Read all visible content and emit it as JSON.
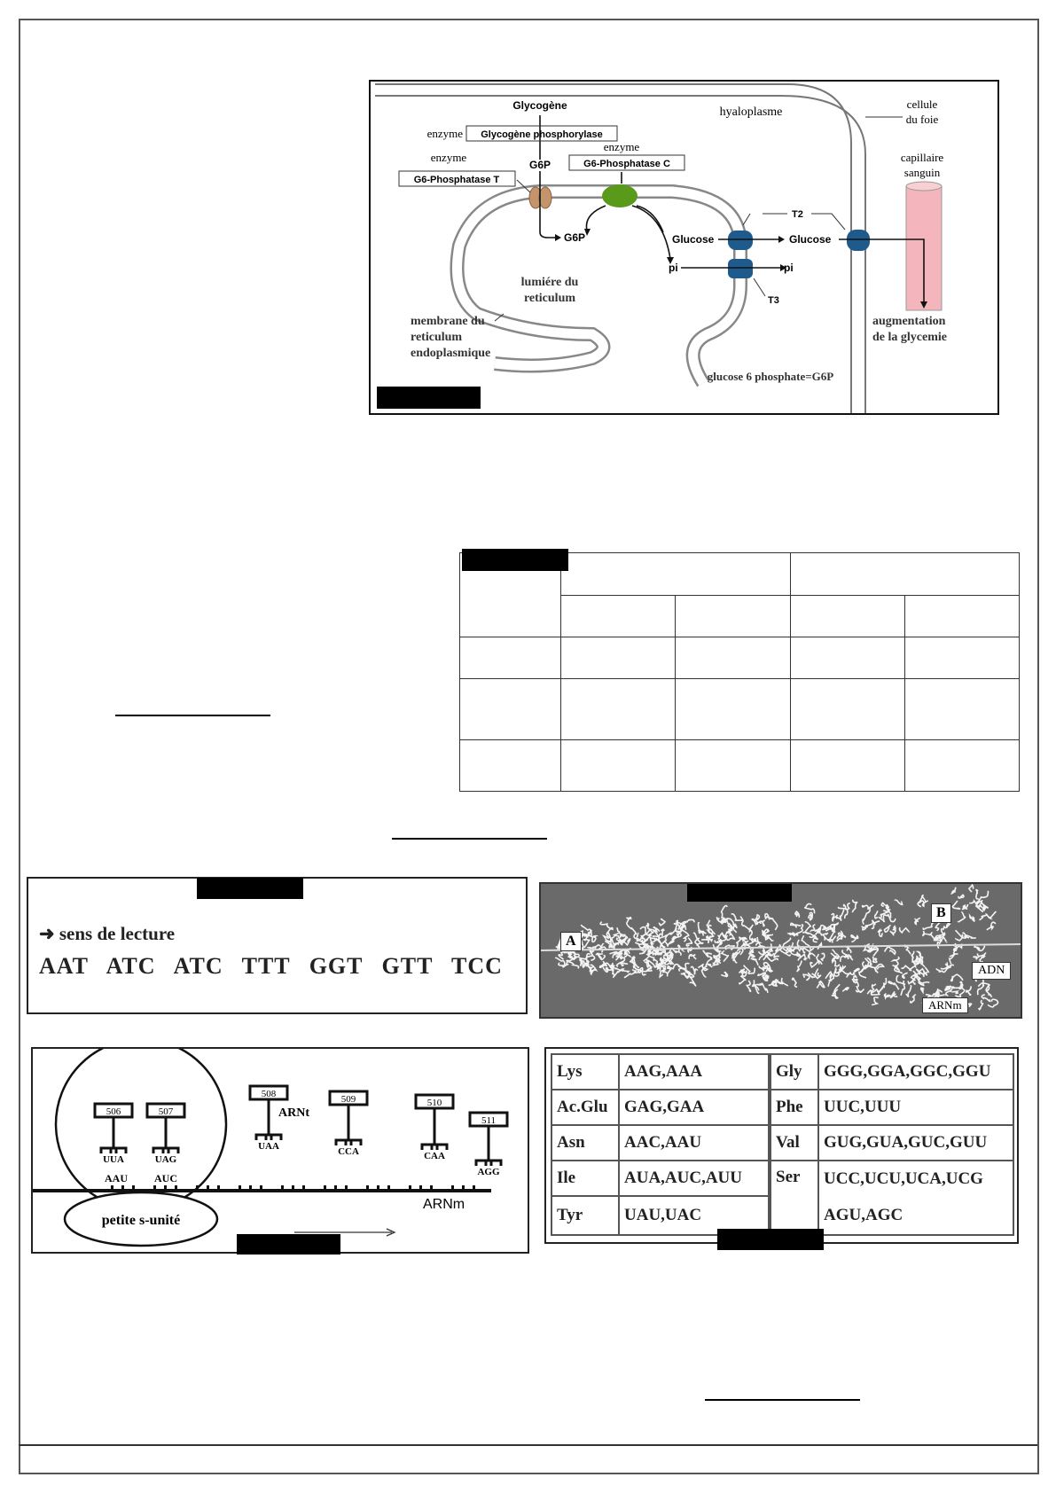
{
  "figure1": {
    "glycogene": "Glycogène",
    "enzyme1_label": "enzyme",
    "enzyme1_name": "Glycogène phosphorylase",
    "g6p_top": "G6P",
    "enzyme2_label": "enzyme",
    "enzyme2_name": "G6-Phosphatase T",
    "enzyme3_label": "enzyme",
    "enzyme3_name": "G6-Phosphatase C",
    "hyaloplasme": "hyaloplasme",
    "cellule_line1": "cellule",
    "cellule_line2": "du foie",
    "capillaire_line1": "capillaire",
    "capillaire_line2": "sanguin",
    "g6p_inner": "G6P",
    "glucose_inner": "Glucose",
    "glucose_outer": "Glucose",
    "pi_inner": "pi",
    "pi_outer": "pi",
    "t2": "T2",
    "t3": "T3",
    "lumiere_line1": "lumiére du",
    "lumiere_line2": "reticulum",
    "membrane_line1": "membrane du",
    "membrane_line2": "reticulum",
    "membrane_line3": "endoplasmique",
    "augmentation_line1": "augmentation",
    "augmentation_line2": "de la glycemie",
    "legend_g6p": "glucose 6 phosphate=G6P",
    "colors": {
      "transporter_t": "#c4946c",
      "enzyme_c": "#5a9a1a",
      "transporter_blue": "#1e5a8c",
      "capillary": "#f4b6bc"
    }
  },
  "sequence": {
    "direction_label": "sens de lecture",
    "codons": [
      "AAT",
      "ATC",
      "ATC",
      "TTT",
      "GGT",
      "GTT",
      "TCC"
    ]
  },
  "micrograph": {
    "label_a": "A",
    "label_b": "B",
    "label_adn": "ADN",
    "label_arnm": "ARNm"
  },
  "ribosome": {
    "trnas": [
      {
        "number": "506",
        "anticodon": "UUA"
      },
      {
        "number": "507",
        "anticodon": "UAG"
      },
      {
        "number": "508",
        "anticodon": "UAA"
      },
      {
        "number": "509",
        "anticodon": "CCA"
      },
      {
        "number": "510",
        "anticodon": "CAA"
      },
      {
        "number": "511",
        "anticodon": "AGG"
      }
    ],
    "codon1": "AAU",
    "codon2": "AUC",
    "arnt_label": "ARNt",
    "arnm_label": "ARNm",
    "small_subunit": "petite s-unité"
  },
  "codon_table": {
    "left": [
      {
        "aa": "Lys",
        "codons": "AAG,AAA"
      },
      {
        "aa": "Ac.Glu",
        "codons": "GAG,GAA"
      },
      {
        "aa": "Asn",
        "codons": "AAC,AAU"
      },
      {
        "aa": "Ile",
        "codons": "AUA,AUC,AUU"
      },
      {
        "aa": "Tyr",
        "codons": "UAU,UAC"
      }
    ],
    "right": [
      {
        "aa": "Gly",
        "codons": "GGG,GGA,GGC,GGU"
      },
      {
        "aa": "Phe",
        "codons": "UUC,UUU"
      },
      {
        "aa": "Val",
        "codons": "GUG,GUA,GUC,GUU"
      },
      {
        "aa": "Ser",
        "codons": "UCC,UCU,UCA,UCG",
        "codons2": "AGU,AGC"
      }
    ]
  }
}
